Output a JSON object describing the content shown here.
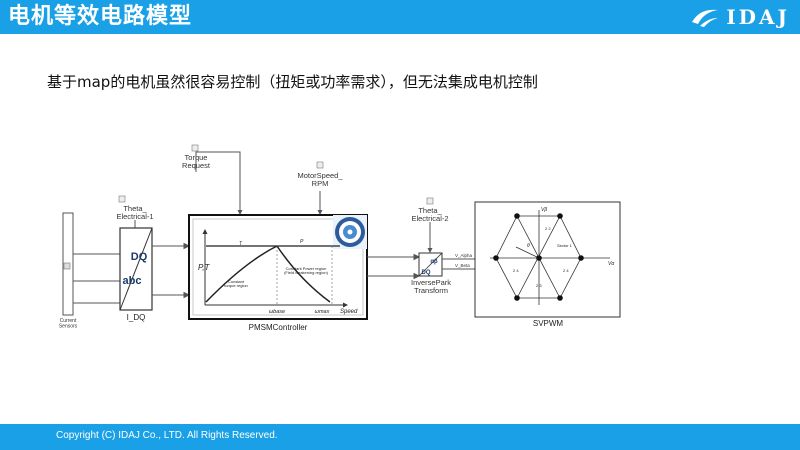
{
  "header": {
    "title": "电机等效电路模型",
    "logo_text": "IDAJ"
  },
  "subtitle": "基于map的电机虽然很容易控制（扭矩或功率需求），但无法集成电机控制",
  "diagram": {
    "torque_request": "Torque\nRequest",
    "motor_speed": "MotorSpeed_\nRPM",
    "theta1": "Theta_\nElectrical-1",
    "theta2": "Theta_\nElectrical-2",
    "current_sensors": "Current\nSensors",
    "idq_block": {
      "top": "DQ",
      "bottom": "abc",
      "caption": "I_DQ"
    },
    "controller": {
      "caption": "PMSMController",
      "y_axis": "P,T",
      "x_axis": "Speed",
      "torque_label": "T",
      "power_label": "P",
      "region1": "Constant\ntorque region",
      "region2": "Constant Power region\n(Field weakening region)",
      "omega_base": "ωbase",
      "omega_max": "ωmax"
    },
    "invpark": {
      "top": "αβ",
      "bottom": "DQ",
      "caption": "InversePark\nTransform"
    },
    "signals": {
      "alpha": "V_Alpha",
      "beta": "V_Beta"
    },
    "svpwm": {
      "caption": "SVPWM",
      "vbeta": "Vβ",
      "valpha": "Vα",
      "sector": "Sector 1",
      "theta": "θ",
      "sectors": [
        "2 2",
        "2 4",
        "2 4",
        "2 3"
      ]
    }
  },
  "footer": {
    "copyright": "Copyright (C) IDAJ Co., LTD. All Rights Reserved."
  }
}
